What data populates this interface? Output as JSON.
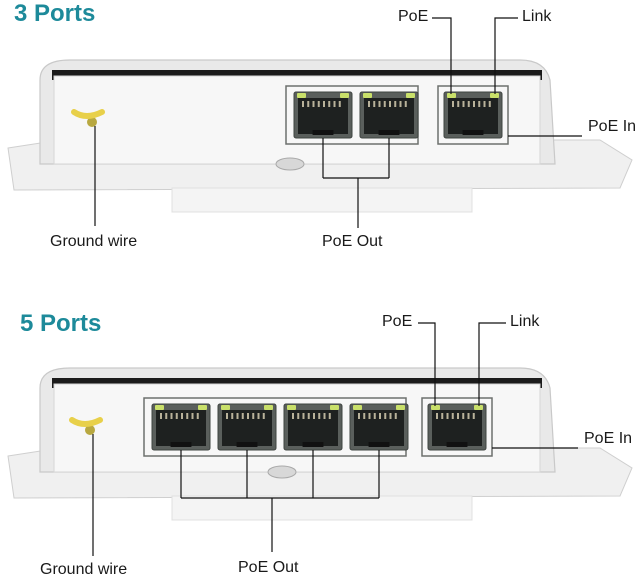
{
  "diagram_1": {
    "title": "3 Ports",
    "labels": {
      "poe": "PoE",
      "link": "Link",
      "poe_in": "PoE In",
      "ground_wire": "Ground wire",
      "poe_out": "PoE Out"
    },
    "output_port_count": 2,
    "input_port_count": 1
  },
  "diagram_2": {
    "title": "5 Ports",
    "labels": {
      "poe": "PoE",
      "link": "Link",
      "poe_in": "PoE In",
      "ground_wire": "Ground wire",
      "poe_out": "PoE Out"
    },
    "output_port_count": 4,
    "input_port_count": 1
  },
  "colors": {
    "title": "#1d8a9a",
    "led": "#c9e06a",
    "ground_wire": "#e8d04a",
    "housing": "#f0f0f0",
    "faceplate": "#f7f7f7"
  }
}
